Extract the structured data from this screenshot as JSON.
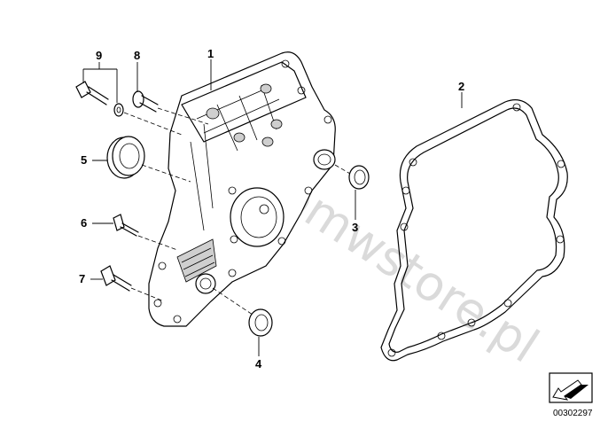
{
  "callouts": {
    "c1": "1",
    "c2": "2",
    "c3": "3",
    "c4": "4",
    "c5": "5",
    "c6": "6",
    "c7": "7",
    "c8": "8",
    "c9": "9"
  },
  "watermark": "www.bmwstore.pl",
  "doc_number": "00302297",
  "icons": {
    "corner_symbol": "arrow-box-icon"
  }
}
